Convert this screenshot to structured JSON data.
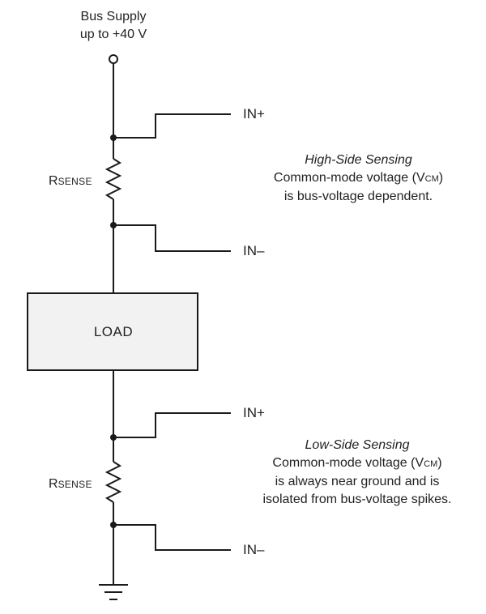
{
  "supply": {
    "line1": "Bus Supply",
    "line2": "up to +40 V"
  },
  "high_side": {
    "rsense_main": "R",
    "rsense_sub": "SENSE",
    "pin_pos": "IN+",
    "pin_neg": "IN–",
    "title": "High-Side Sensing",
    "desc_line1_pre": "Common-mode voltage (V",
    "desc_line1_sub": "CM",
    "desc_line1_post": ")",
    "desc_line2": "is bus-voltage dependent."
  },
  "load": {
    "label": "LOAD"
  },
  "low_side": {
    "rsense_main": "R",
    "rsense_sub": "SENSE",
    "pin_pos": "IN+",
    "pin_neg": "IN–",
    "title": "Low-Side Sensing",
    "desc_line1_pre": "Common-mode voltage (V",
    "desc_line1_sub": "CM",
    "desc_line1_post": ")",
    "desc_line2": "is always near ground and is",
    "desc_line3": "isolated from bus-voltage spikes."
  },
  "colors": {
    "wire": "#1a1a1a",
    "load_fill": "#f2f2f2"
  }
}
